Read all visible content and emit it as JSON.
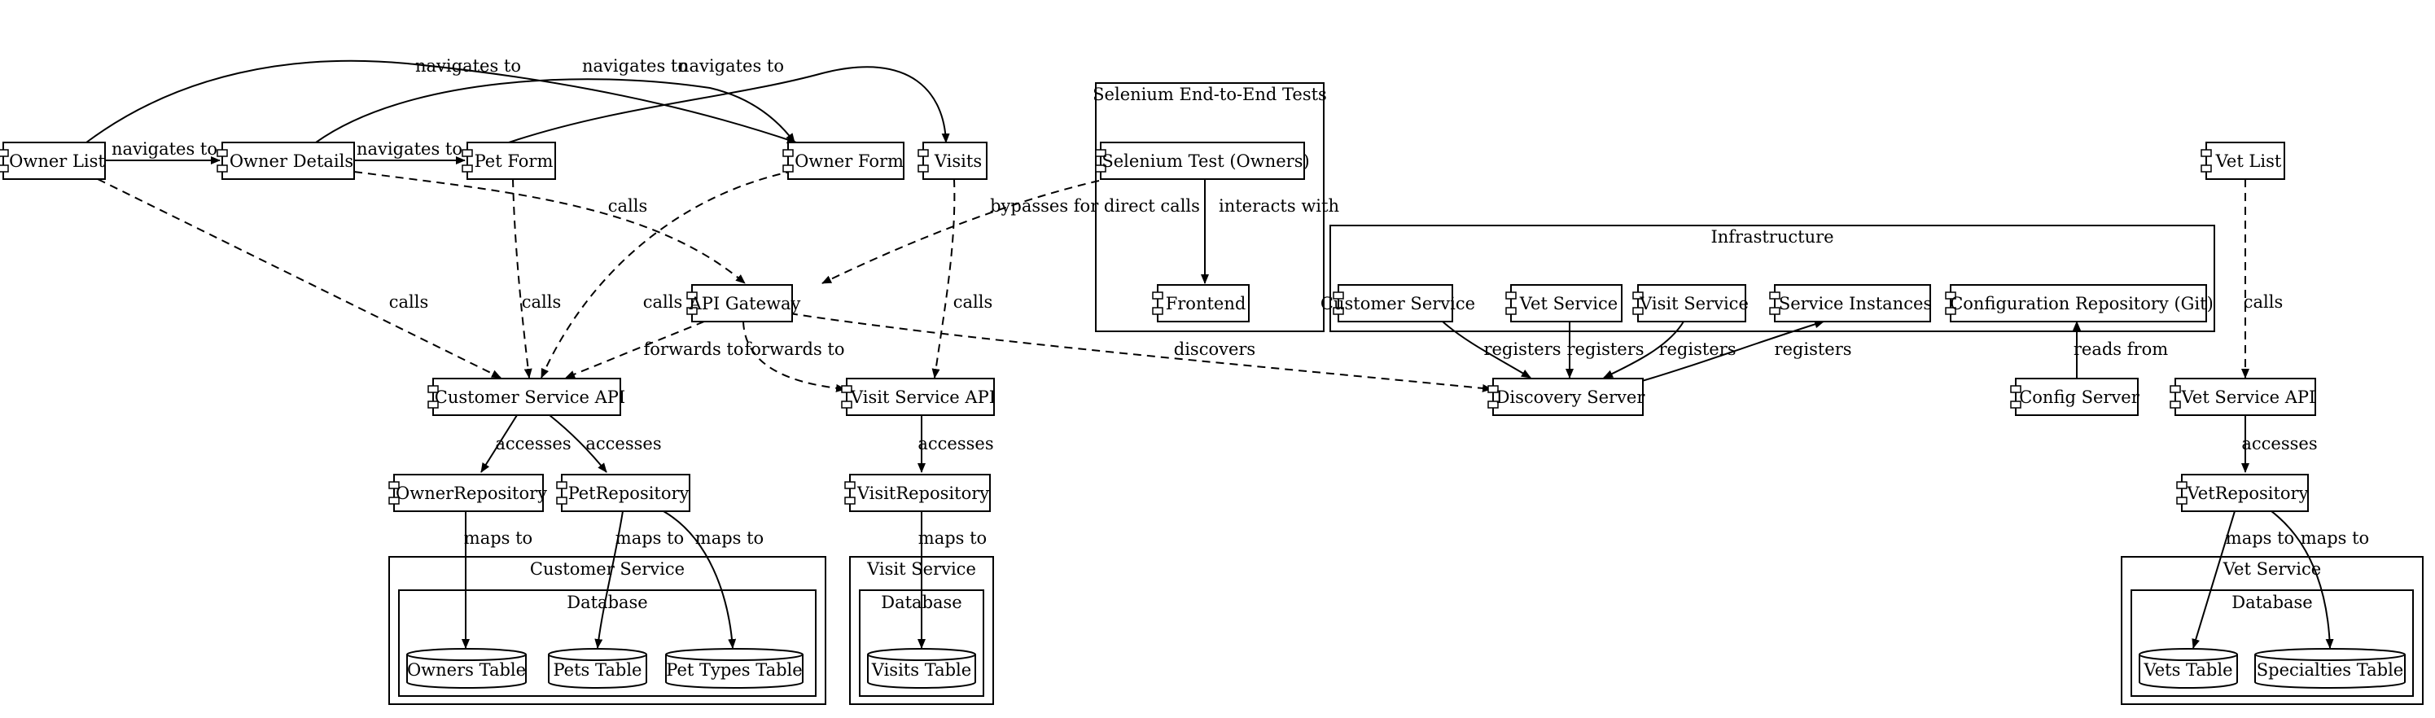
{
  "clusters": {
    "selenium": "Selenium End-to-End Tests",
    "infrastructure": "Infrastructure",
    "customer_service": "Customer Service",
    "customer_database": "Database",
    "visit_service": "Visit Service",
    "visit_database": "Database",
    "vet_service": "Vet Service",
    "vet_database": "Database"
  },
  "nodes": {
    "owner_list": "Owner List",
    "owner_details": "Owner Details",
    "pet_form": "Pet Form",
    "owner_form": "Owner Form",
    "visits": "Visits",
    "selenium_test": "Selenium Test (Owners)",
    "frontend": "Frontend",
    "vet_list": "Vet List",
    "api_gateway": "API Gateway",
    "infra_customer_service": "Customer Service",
    "infra_vet_service": "Vet Service",
    "infra_visit_service": "Visit Service",
    "service_instances": "Service Instances",
    "config_repository": "Configuration Repository (Git)",
    "customer_service_api": "Customer Service API",
    "visit_service_api": "Visit Service API",
    "discovery_server": "Discovery Server",
    "config_server": "Config Server",
    "vet_service_api": "Vet Service API",
    "owner_repository": "OwnerRepository",
    "pet_repository": "PetRepository",
    "visit_repository": "VisitRepository",
    "vet_repository": "VetRepository"
  },
  "tables": {
    "owners": "Owners Table",
    "pets": "Pets Table",
    "pet_types": "Pet Types Table",
    "visits": "Visits Table",
    "vets": "Vets Table",
    "specialties": "Specialties Table"
  },
  "edge_labels": {
    "ownerlist_ownerdetails": "navigates to",
    "ownerdetails_petform": "navigates to",
    "ownerlist_ownerform": "navigates to",
    "ownerdetails_ownerform": "navigates to",
    "petform_visits": "navigates to",
    "ownerdetails_apigateway": "calls",
    "ownerlist_customerapi": "calls",
    "petform_customerapi": "calls",
    "ownerform_customerapi": "calls",
    "visits_visitapi": "calls",
    "selenium_apigateway": "bypasses for direct calls",
    "selenium_frontend": "interacts with",
    "gateway_customerapi": "forwards to",
    "gateway_visitapi": "forwards to",
    "gateway_discovery": "discovers",
    "customer_registers": "registers",
    "vet_registers": "registers",
    "visit_registers": "registers",
    "discovery_instances": "registers",
    "config_reads": "reads from",
    "vetlist_vetapi": "calls",
    "customerapi_ownerrepo": "accesses",
    "customerapi_petrepo": "accesses",
    "visitapi_visitrepo": "accesses",
    "vetapi_vetrepo": "accesses",
    "ownerrepo_owners": "maps to",
    "petrepo_pets": "maps to",
    "petrepo_pettypes": "maps to",
    "visitrepo_visits": "maps to",
    "vetrepo_vets": "maps to",
    "vetrepo_specialties": "maps to"
  }
}
